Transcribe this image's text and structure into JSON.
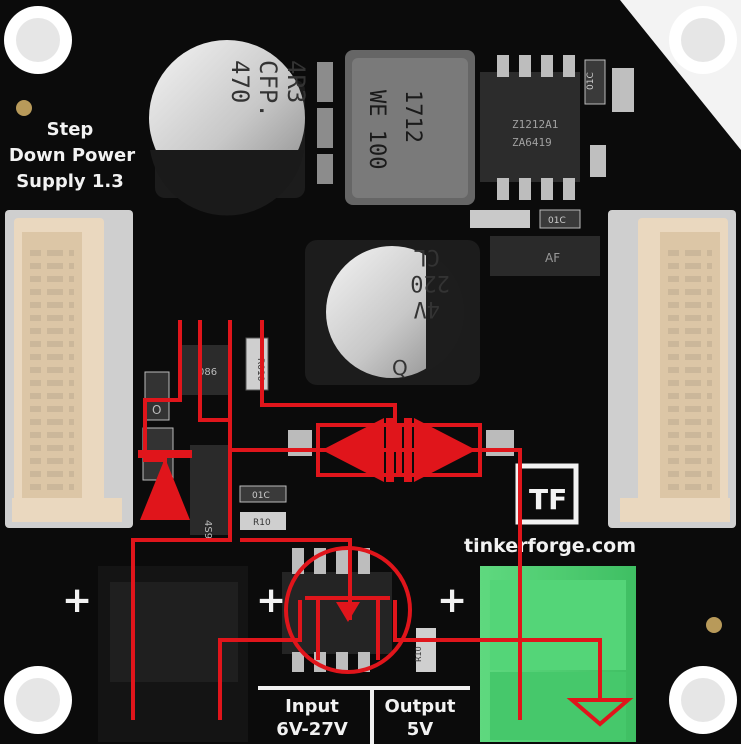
{
  "board": {
    "title_line1": "Step",
    "title_line2": "Down Power",
    "title_line3": "Supply 1.3",
    "brand_text": "tinkerforge.com",
    "logo_text": "TF",
    "input_label": "Input",
    "input_range": "6V-27V",
    "output_label": "Output",
    "output_value": "5V",
    "plus_left": "+",
    "plus_mid": "+",
    "plus_right": "+"
  },
  "components": {
    "cap_big_line1": "470",
    "cap_big_line2": "CFP.",
    "cap_big_line3": "4R3",
    "inductor_line1": "WE 100",
    "inductor_line2": "1712",
    "regulator_line1": "Z1212A1",
    "regulator_line2": "ZA6419",
    "cap_mid_line1": "CL",
    "cap_mid_line2": "220",
    "cap_mid_line3": "4V",
    "cap_mid_mark": "Q",
    "resistor_r010": "R010",
    "resistor_086": "086",
    "resistor_r10": "R10",
    "cap_01c_a": "01C",
    "cap_01c_b": "01C",
    "cap_01c_c": "01C",
    "chip_af": "AF",
    "mosfet_label": "4S9",
    "small_o": "O",
    "small_r10": "R10"
  },
  "colors": {
    "pcb": "#0b0b0b",
    "overlay_red": "#e0151b",
    "silkscreen": "#f2f2f2",
    "connector_cream": "#ead8bf",
    "terminal_green": "#4fcf73",
    "terminal_black": "#141414",
    "gold_pad": "#b89a5a"
  }
}
